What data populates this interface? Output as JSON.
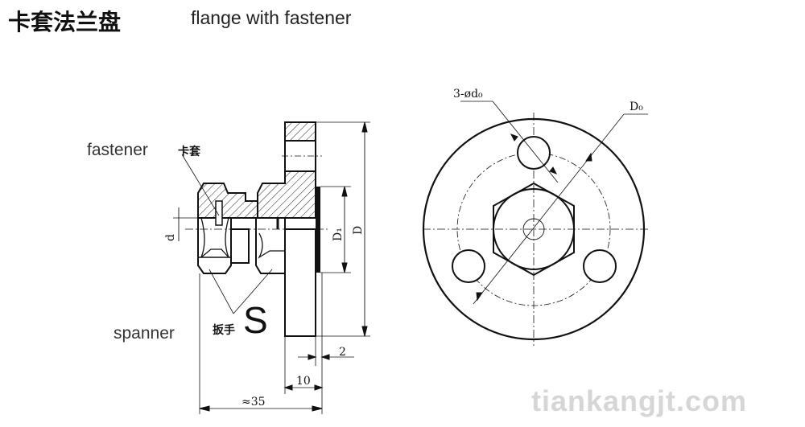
{
  "title_cn": "卡套法兰盘",
  "title_en": "flange with fastener",
  "labels": {
    "fastener": "fastener",
    "fastener_cn": "卡套",
    "spanner": "spanner",
    "spanner_cn": "扳手",
    "spanner_symbol": "S"
  },
  "dimensions": {
    "d": "d",
    "D1": "D₁",
    "D": "D",
    "two": "2",
    "ten": "10",
    "approx35": "≈35",
    "holes": "3-ød₀",
    "D0": "D₀"
  },
  "watermark": "tiankangjt.com"
}
